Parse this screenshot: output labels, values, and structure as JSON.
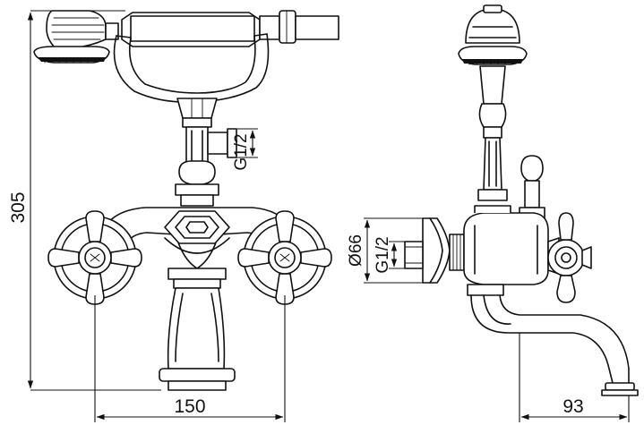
{
  "dimensions": {
    "height_total": "305",
    "width_centers": "150",
    "spout_projection": "93",
    "flange_diameter": "Ø66",
    "thread_front": "G1/2",
    "thread_side": "G1/2"
  }
}
